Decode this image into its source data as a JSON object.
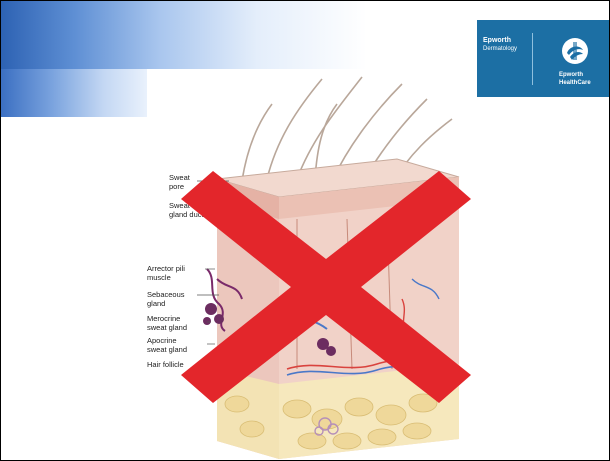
{
  "logo": {
    "dept_line1": "Epworth",
    "dept_line2": "Dermatology",
    "org_line1": "Epworth",
    "org_line2": "HealthCare",
    "emblem_icon": "epworth-emblem-icon",
    "color": "#1c6fa4"
  },
  "diagram": {
    "labels": [
      {
        "line1": "Sweat",
        "line2": "pore"
      },
      {
        "line1": "Sweat",
        "line2": "gland duct"
      },
      {
        "line1": "Arrector pili",
        "line2": "muscle"
      },
      {
        "line1": "Sebaceous",
        "line2": "gland"
      },
      {
        "line1": "Merocrine",
        "line2": "sweat gland"
      },
      {
        "line1": "Apocrine",
        "line2": "sweat gland"
      },
      {
        "line1": "Hair follicle",
        "line2": ""
      }
    ]
  },
  "overlay": {
    "icon": "red-x-icon",
    "color": "#e3262b"
  }
}
